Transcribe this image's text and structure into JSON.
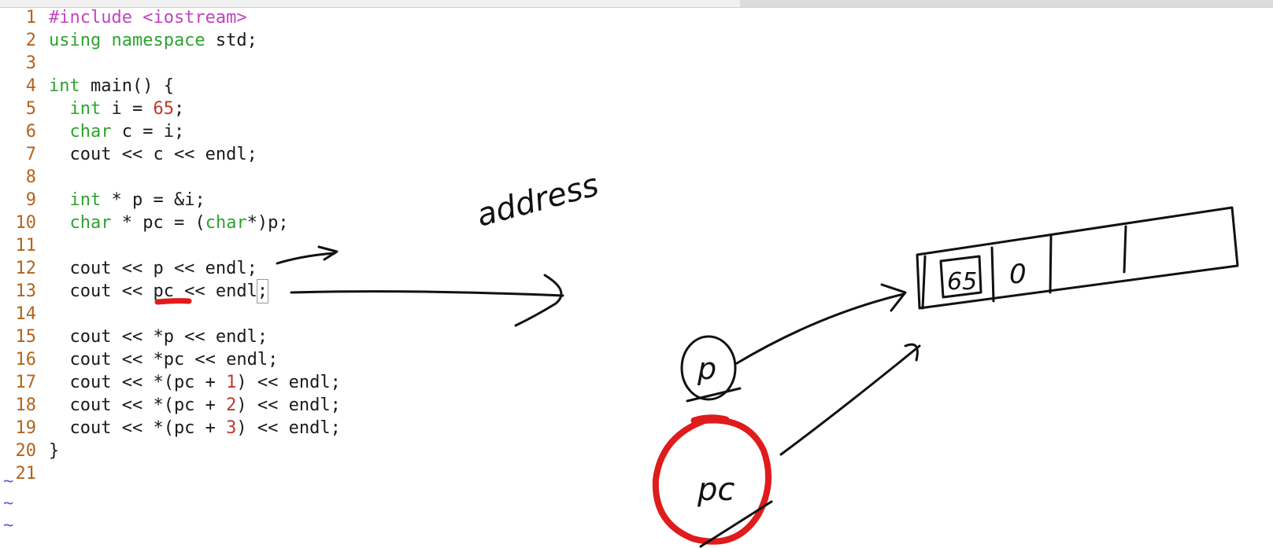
{
  "editor": {
    "lines": [
      {
        "num": "1",
        "tokens": [
          {
            "t": "#include <iostream>",
            "c": "pp"
          }
        ]
      },
      {
        "num": "2",
        "tokens": [
          {
            "t": "using namespace",
            "c": "kw"
          },
          {
            "t": " std;",
            "c": ""
          }
        ]
      },
      {
        "num": "3",
        "tokens": []
      },
      {
        "num": "4",
        "tokens": [
          {
            "t": "int",
            "c": "kw"
          },
          {
            "t": " main() {",
            "c": ""
          }
        ]
      },
      {
        "num": "5",
        "tokens": [
          {
            "t": "  ",
            "c": ""
          },
          {
            "t": "int",
            "c": "kw"
          },
          {
            "t": " i = ",
            "c": ""
          },
          {
            "t": "65",
            "c": "num"
          },
          {
            "t": ";",
            "c": ""
          }
        ]
      },
      {
        "num": "6",
        "tokens": [
          {
            "t": "  ",
            "c": ""
          },
          {
            "t": "char",
            "c": "kw"
          },
          {
            "t": " c = i;",
            "c": ""
          }
        ]
      },
      {
        "num": "7",
        "tokens": [
          {
            "t": "  cout << c << endl;",
            "c": ""
          }
        ]
      },
      {
        "num": "8",
        "tokens": []
      },
      {
        "num": "9",
        "tokens": [
          {
            "t": "  ",
            "c": ""
          },
          {
            "t": "int",
            "c": "kw"
          },
          {
            "t": " * p = &i;",
            "c": ""
          }
        ]
      },
      {
        "num": "10",
        "tokens": [
          {
            "t": "  ",
            "c": ""
          },
          {
            "t": "char",
            "c": "kw"
          },
          {
            "t": " * pc = (",
            "c": ""
          },
          {
            "t": "char",
            "c": "kw"
          },
          {
            "t": "*)p;",
            "c": ""
          }
        ]
      },
      {
        "num": "11",
        "tokens": []
      },
      {
        "num": "12",
        "tokens": [
          {
            "t": "  cout << p << endl;",
            "c": ""
          }
        ]
      },
      {
        "num": "13",
        "tokens": [
          {
            "t": "  cout << pc << endl",
            "c": ""
          },
          {
            "t": ";",
            "c": "cursor"
          }
        ]
      },
      {
        "num": "14",
        "tokens": []
      },
      {
        "num": "15",
        "tokens": [
          {
            "t": "  cout << *p << endl;",
            "c": ""
          }
        ]
      },
      {
        "num": "16",
        "tokens": [
          {
            "t": "  cout << *pc << endl;",
            "c": ""
          }
        ]
      },
      {
        "num": "17",
        "tokens": [
          {
            "t": "  cout << *(pc + ",
            "c": ""
          },
          {
            "t": "1",
            "c": "num"
          },
          {
            "t": ") << endl;",
            "c": ""
          }
        ]
      },
      {
        "num": "18",
        "tokens": [
          {
            "t": "  cout << *(pc + ",
            "c": ""
          },
          {
            "t": "2",
            "c": "num"
          },
          {
            "t": ") << endl;",
            "c": ""
          }
        ]
      },
      {
        "num": "19",
        "tokens": [
          {
            "t": "  cout << *(pc + ",
            "c": ""
          },
          {
            "t": "3",
            "c": "num"
          },
          {
            "t": ") << endl;",
            "c": ""
          }
        ]
      },
      {
        "num": "20",
        "tokens": [
          {
            "t": "}",
            "c": ""
          }
        ]
      },
      {
        "num": "21",
        "tokens": []
      }
    ],
    "empty_line_marker": "~",
    "colors": {
      "line_number": "#b4631b",
      "keyword": "#2fa22f",
      "preprocessor": "#c144c1",
      "number": "#c0392b",
      "tilde": "#6a5acd"
    }
  },
  "annotations": {
    "handwritten_address_label": "address",
    "box_value_1": "65",
    "box_value_2": "0",
    "pointer_label_p": "p",
    "pointer_label_pc": "pc",
    "ink_color": "#111111",
    "highlight_color": "#e01b1b"
  }
}
